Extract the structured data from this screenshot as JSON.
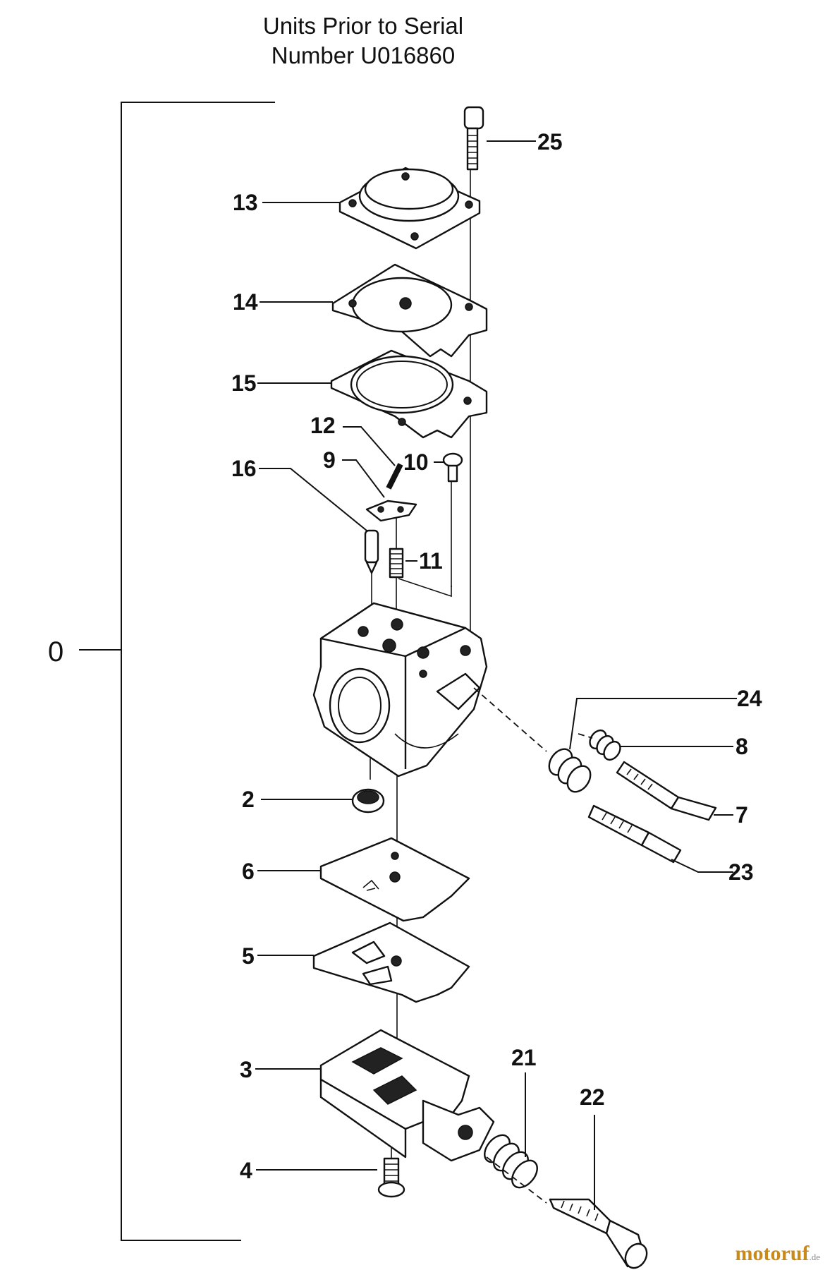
{
  "title": {
    "line1": "Units Prior to Serial",
    "line2": "Number U016860"
  },
  "assembly_label": "0",
  "callouts": {
    "p25": "25",
    "p13": "13",
    "p14": "14",
    "p15": "15",
    "p12": "12",
    "p9": "9",
    "p10": "10",
    "p16": "16",
    "p11": "11",
    "p24": "24",
    "p8": "8",
    "p7": "7",
    "p23": "23",
    "p2": "2",
    "p6": "6",
    "p5": "5",
    "p3": "3",
    "p21": "21",
    "p22": "22",
    "p4": "4"
  },
  "watermark": {
    "brand_main": "motoruf",
    "brand_tld": ".de",
    "color": "#c98a1a"
  }
}
